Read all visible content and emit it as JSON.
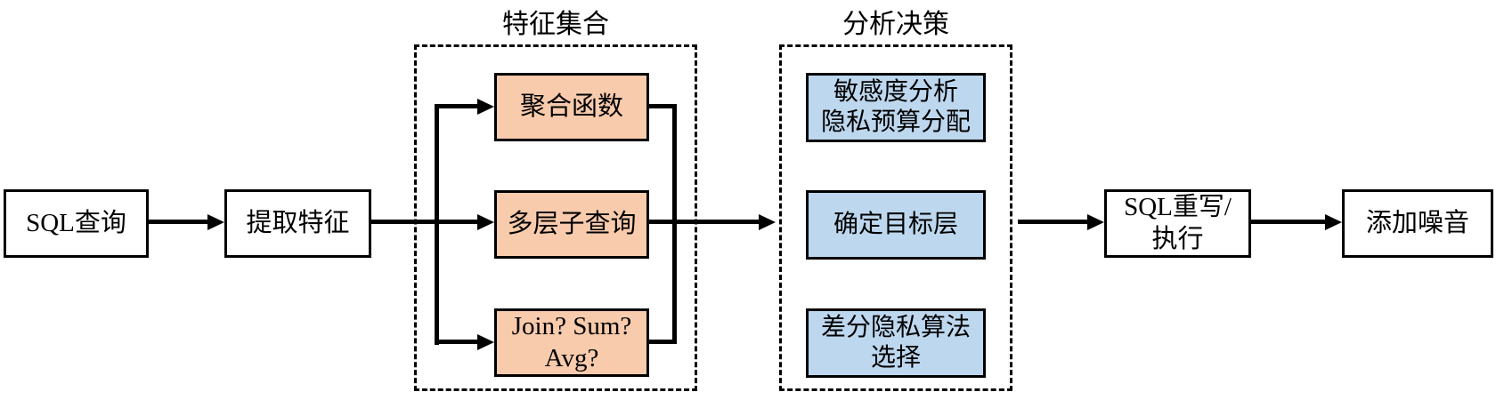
{
  "diagram": {
    "colors": {
      "background": "#FFFFFF",
      "line": "#000000",
      "feature_fill": "#F8CBAD",
      "decision_fill": "#BDD7EE"
    },
    "nodes": {
      "sql_query": {
        "label": "SQL查询"
      },
      "extract_features": {
        "label": "提取特征"
      },
      "sql_rewrite": {
        "lines": [
          "SQL重写/",
          "执行"
        ]
      },
      "add_noise": {
        "label": "添加噪音"
      }
    },
    "groups": {
      "feature_set": {
        "title": "特征集合",
        "items": [
          {
            "lines": [
              "聚合函数"
            ]
          },
          {
            "lines": [
              "多层子查询"
            ]
          },
          {
            "lines": [
              "Join? Sum?",
              "Avg?"
            ]
          }
        ]
      },
      "analysis_decision": {
        "title": "分析决策",
        "items": [
          {
            "lines": [
              "敏感度分析",
              "隐私预算分配"
            ]
          },
          {
            "lines": [
              "确定目标层"
            ]
          },
          {
            "lines": [
              "差分隐私算法",
              "选择"
            ]
          }
        ]
      }
    }
  }
}
